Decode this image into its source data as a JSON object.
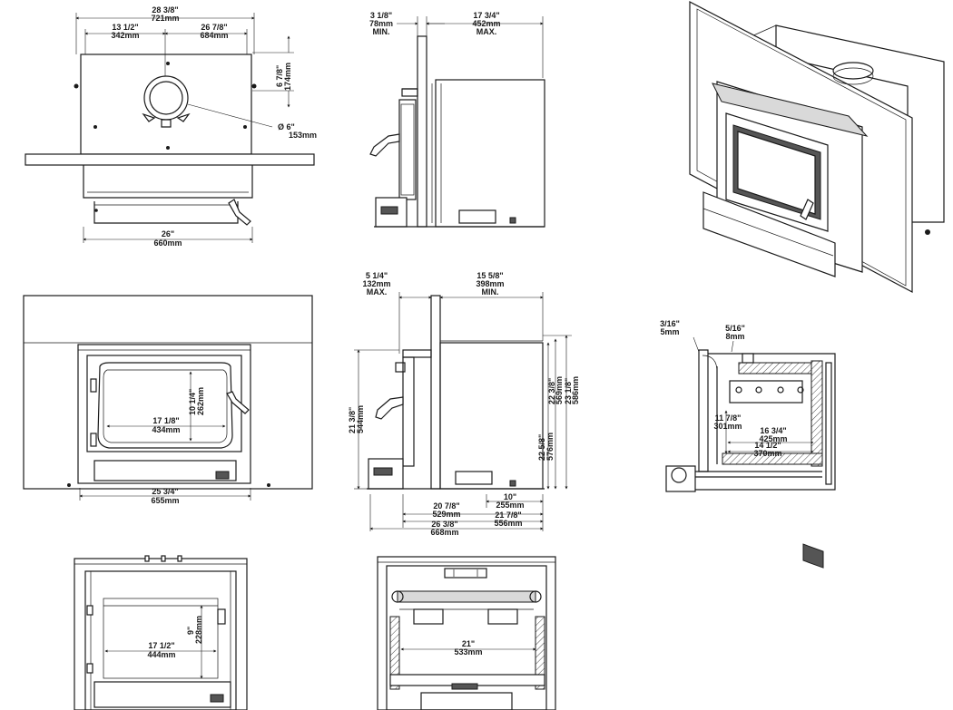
{
  "front_top_view": {
    "overall_width": {
      "in": "28 3/8\"",
      "mm": "721mm"
    },
    "left_offset": {
      "in": "13 1/2\"",
      "mm": "342mm"
    },
    "right_offset": {
      "in": "26 7/8\"",
      "mm": "684mm"
    },
    "flue_height": {
      "in": "6 7/8\"",
      "mm": "174mm"
    },
    "flue_diameter": {
      "in": "Ø 6\"",
      "mm": "153mm"
    },
    "body_width": {
      "in": "26\"",
      "mm": "660mm"
    }
  },
  "side_top_view": {
    "rear_clearance": {
      "in": "3 1/8\"",
      "mm": "78mm",
      "note": "MIN."
    },
    "depth": {
      "in": "17 3/4\"",
      "mm": "452mm",
      "note": "MAX."
    }
  },
  "side_view": {
    "front_offset": {
      "in": "5 1/4\"",
      "mm": "132mm",
      "note": "MAX."
    },
    "rear_depth": {
      "in": "15 5/8\"",
      "mm": "398mm",
      "note": "MIN."
    },
    "overall_height": {
      "in": "21 3/8\"",
      "mm": "544mm"
    },
    "height_a": {
      "in": "22 3/8\"",
      "mm": "569mm"
    },
    "height_b": {
      "in": "23 1/8\"",
      "mm": "586mm"
    },
    "height_c": {
      "in": "22 5/8\"",
      "mm": "576mm"
    },
    "hearth_offset": {
      "in": "10\"",
      "mm": "255mm"
    },
    "depth_a": {
      "in": "20 7/8\"",
      "mm": "529mm"
    },
    "depth_b": {
      "in": "21 7/8\"",
      "mm": "556mm"
    },
    "depth_total": {
      "in": "26 3/8\"",
      "mm": "668mm"
    }
  },
  "front_view": {
    "door_height": {
      "in": "10 1/4\"",
      "mm": "262mm"
    },
    "door_width": {
      "in": "17 1/8\"",
      "mm": "434mm"
    },
    "base_width": {
      "in": "25 3/4\"",
      "mm": "655mm"
    }
  },
  "section_view": {
    "gap_a": {
      "in": "3/16\"",
      "mm": "5mm"
    },
    "gap_b": {
      "in": "5/16\"",
      "mm": "8mm"
    },
    "firebox_height": {
      "in": "11 7/8\"",
      "mm": "301mm"
    },
    "firebox_depth": {
      "in": "16 3/4\"",
      "mm": "425mm"
    },
    "floor_depth": {
      "in": "14 1/2\"",
      "mm": "370mm"
    }
  },
  "interior_front": {
    "opening_height": {
      "in": "9\"",
      "mm": "228mm"
    },
    "opening_width": {
      "in": "17 1/2\"",
      "mm": "444mm"
    }
  },
  "interior_rear": {
    "firebox_width": {
      "in": "21\"",
      "mm": "533mm"
    }
  }
}
